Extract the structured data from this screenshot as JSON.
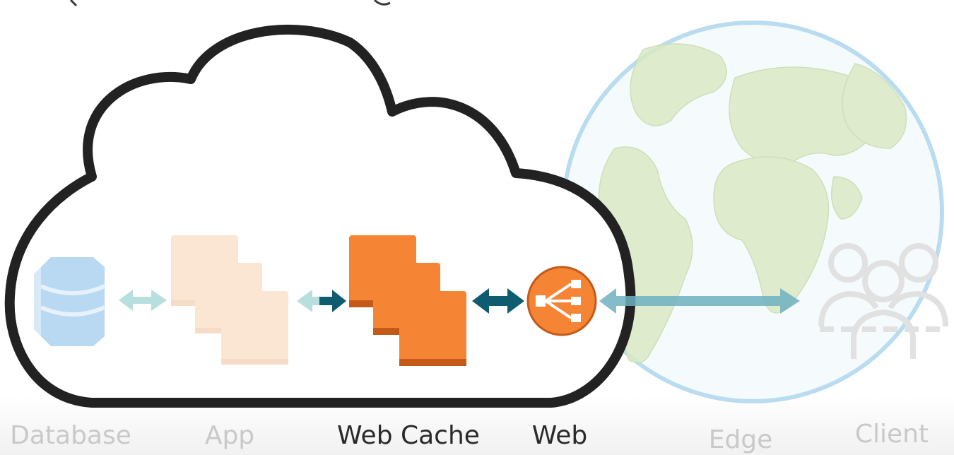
{
  "diagram": {
    "tiers": [
      {
        "label": "Database",
        "state": "dim"
      },
      {
        "label": "App",
        "state": "dim"
      },
      {
        "label": "Web Cache",
        "state": "active"
      },
      {
        "label": "Web",
        "state": "active"
      },
      {
        "label": "Edge",
        "state": "dim"
      },
      {
        "label": "Client",
        "state": "dim"
      }
    ],
    "colors": {
      "cloud_outline": "#222222",
      "active_orange": "#f58535",
      "active_orange_dark": "#c35a19",
      "faded_orange": "#fbe6d3",
      "active_arrow": "#0f5c70",
      "faded_arrow": "#b8dede",
      "database_blue": "#b9d8f2",
      "globe_ring": "#b9dcf0",
      "land_green": "#dbe9c5",
      "client_gray": "#e1e1e1"
    },
    "icons": [
      "database-icon",
      "app-servers-icon",
      "web-cache-servers-icon",
      "load-balancer-icon",
      "globe-icon",
      "client-users-icon"
    ]
  }
}
